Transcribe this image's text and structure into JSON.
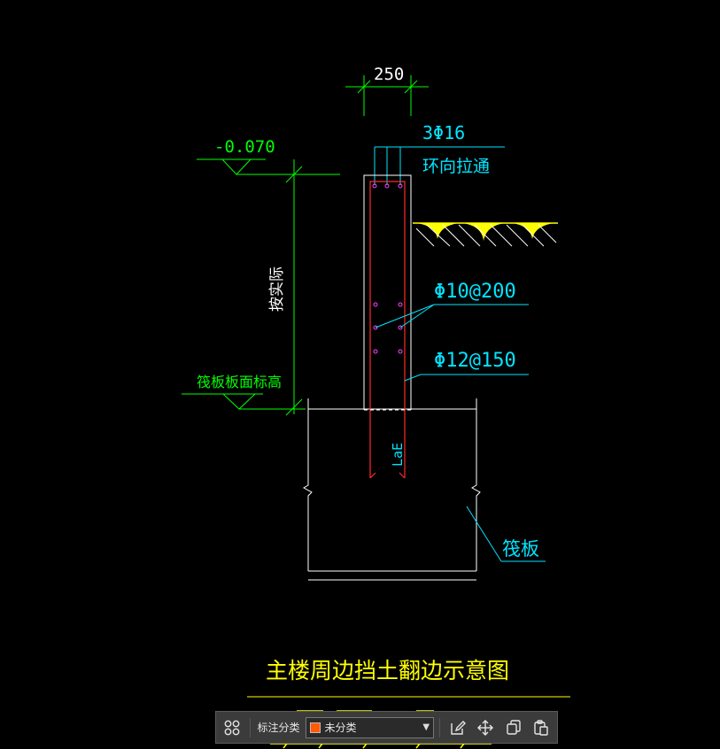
{
  "drawing": {
    "dim_width": "250",
    "top_rebar": "3Φ16",
    "top_rebar_note": "环向拉通",
    "elevation": "-0.070",
    "vertical_dim": "按实际",
    "raft_top_label": "筏板板面标高",
    "dist_rebar": "Φ10@200",
    "vert_rebar": "Φ12@150",
    "anchor_label": "LaE",
    "raft_label": "筏板",
    "title": "主楼周边挡土翻边示意图",
    "line_color": "#ffffff",
    "dim_color": "#00ff00",
    "label_color": "#00e5ff",
    "rebar_color": "#ff2a2a",
    "stirrup_color": "#ff40ff",
    "soil_color": "#ffff00",
    "title_color": "#ffff00"
  },
  "toolbar": {
    "grid_icon": "grid-icon",
    "category_label": "标注分类",
    "category_value": "未分类",
    "swatch_color": "#ff5a00",
    "edit_icon": "edit-icon",
    "move_icon": "move-icon",
    "copy_icon": "copy-icon",
    "paste_icon": "paste-icon"
  }
}
